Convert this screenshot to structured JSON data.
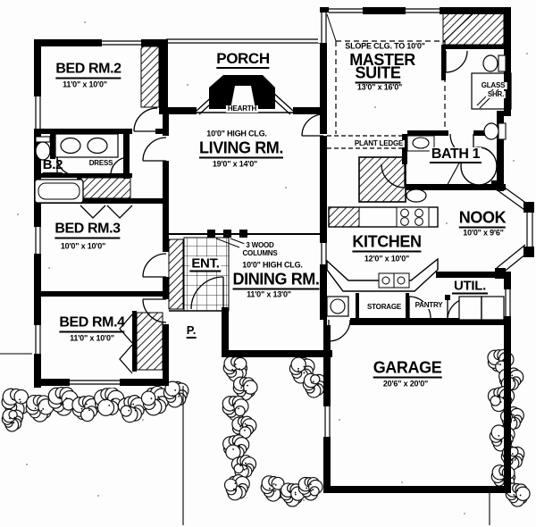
{
  "colors": {
    "ink": "#000000",
    "paper": "#fdfdfd"
  },
  "rooms": {
    "bed2": {
      "name": "BED RM.2",
      "dims": "11'0\" x 10'0\""
    },
    "porch": {
      "name": "PORCH"
    },
    "hearth": {
      "name": "HEARTH"
    },
    "living": {
      "name": "LIVING RM.",
      "dims": "19'0\" x 14'0\"",
      "ceiling": "10'0\" HIGH CLG."
    },
    "master": {
      "name_line1": "MASTER",
      "name_line2": "SUITE",
      "dims": "13'0\" x 16'0\"",
      "ceiling": "SLOPE CLG. TO 10'0\"",
      "plant_ledge": "PLANT LEDGE"
    },
    "bath1": {
      "name": "BATH 1"
    },
    "glass_shower": {
      "line1": "GLASS",
      "line2": "SHR."
    },
    "bath2": {
      "name": "B.2"
    },
    "dress": {
      "name": "DRESS"
    },
    "bed3": {
      "name": "BED RM.3",
      "dims": "10'0\" x 10'0\""
    },
    "bed4": {
      "name": "BED RM.4",
      "dims": "11'0\" x 10'0\""
    },
    "entry": {
      "name": "ENT."
    },
    "columns_note": {
      "line1": "3 WOOD",
      "line2": "COLUMNS"
    },
    "dining": {
      "name": "DINING RM.",
      "dims": "11'0\" x 13'0\"",
      "ceiling": "10'0\" HIGH CLG."
    },
    "kitchen": {
      "name": "KITCHEN",
      "dims": "12'0\" x 10'0\""
    },
    "nook": {
      "name": "NOOK",
      "dims": "10'0\" x 9'6\""
    },
    "util": {
      "name": "UTIL."
    },
    "storage": {
      "name": "STORAGE"
    },
    "pantry": {
      "name": "PANTRY"
    },
    "patio": {
      "name": "P."
    },
    "garage": {
      "name": "GARAGE",
      "dims": "20'6\" x 20'0\""
    }
  }
}
